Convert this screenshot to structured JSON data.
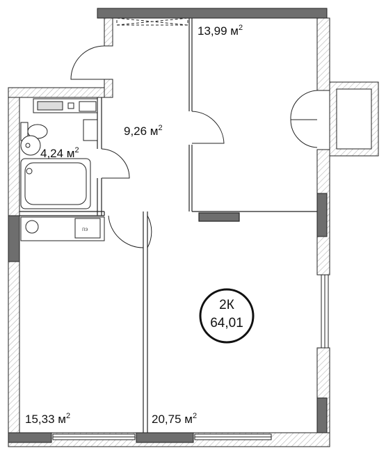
{
  "plan": {
    "rooms": [
      {
        "id": "room-balcony-side",
        "area": "13,99 м",
        "sup": "2"
      },
      {
        "id": "hallway",
        "area": "9,26 м",
        "sup": "2"
      },
      {
        "id": "bathroom",
        "area": "4,24 м",
        "sup": "2"
      },
      {
        "id": "kitchen",
        "area": "15,33 м",
        "sup": "2"
      },
      {
        "id": "living-room",
        "area": "20,75 м",
        "sup": "2"
      }
    ],
    "badge": {
      "type": "2К",
      "total_area": "64,01"
    },
    "fixtures": {
      "stove_label": "пэ"
    }
  },
  "colors": {
    "wall": "#6e6e6e",
    "wall_outline": "#222222",
    "line": "#222222",
    "hatch": "#b0b0b0"
  }
}
